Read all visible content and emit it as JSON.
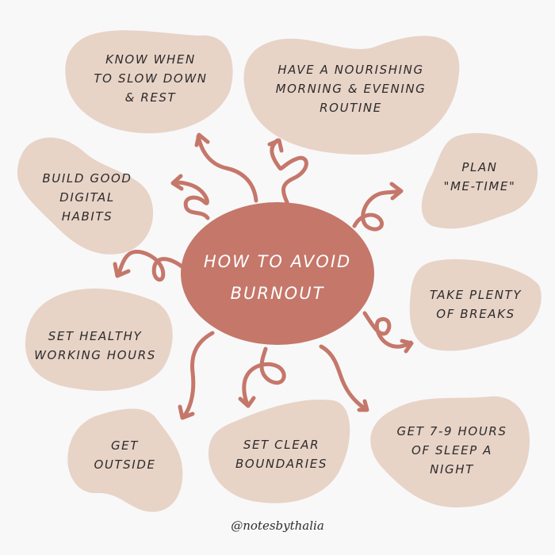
{
  "title": "HOW TO AVOID\nBURNOUT",
  "tips": [
    {
      "id": "rest",
      "text": "KNOW WHEN\nTO SLOW DOWN\n& REST"
    },
    {
      "id": "routine",
      "text": "HAVE A NOURISHING\nMORNING & EVENING\nROUTINE"
    },
    {
      "id": "me-time",
      "text": "PLAN\n\"ME-TIME\""
    },
    {
      "id": "breaks",
      "text": "TAKE PLENTY\nOF BREAKS"
    },
    {
      "id": "sleep",
      "text": "GET 7-9 HOURS\nOF SLEEP A\nNIGHT"
    },
    {
      "id": "boundaries",
      "text": "SET CLEAR\nBOUNDARIES"
    },
    {
      "id": "outside",
      "text": "GET\nOUTSIDE"
    },
    {
      "id": "working-hours",
      "text": "SET HEALTHY\nWORKING HOURS"
    },
    {
      "id": "digital",
      "text": "BUILD GOOD\nDIGITAL\nHABITS"
    }
  ],
  "credit": "@notesbythalia",
  "colors": {
    "background": "#f8f8f9",
    "blob": "#e8d3c7",
    "accent": "#c5776a",
    "text": "#2c2c2c"
  }
}
